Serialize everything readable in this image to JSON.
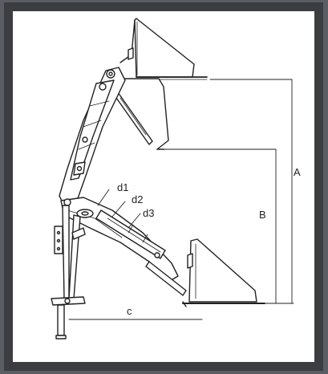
{
  "labels": {
    "A": "A",
    "B": "B",
    "c": "c",
    "d1": "d1",
    "d2": "d2",
    "d3": "d3"
  },
  "colors": {
    "outer_bg": "#5a5d63",
    "frame": "#3b3d41",
    "panel": "#ffffff",
    "line": "#222222"
  }
}
